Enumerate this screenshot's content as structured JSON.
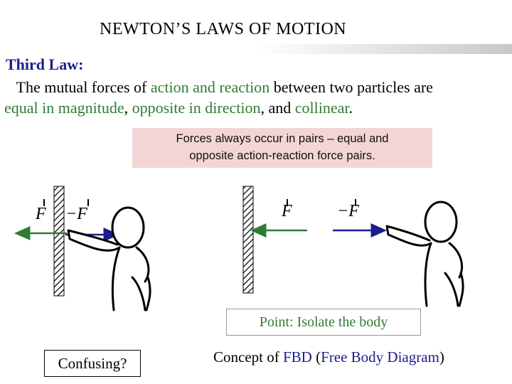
{
  "title": "NEWTON’S  LAWS  OF  MOTION",
  "heading": "Third Law:",
  "paragraph": {
    "p1": "The mutual forces of ",
    "p2": "action and reaction",
    "p3": " between two particles are ",
    "p4": "equal in magnitude",
    "p5": ", ",
    "p6": "opposite in direction",
    "p7": ", and ",
    "p8": "collinear",
    "p9": "."
  },
  "note": {
    "line1": "Forces always occur in pairs – equal and",
    "line2": "opposite action-reaction force pairs."
  },
  "diagram": {
    "left_label_f": "F",
    "left_label_neg_f": "−F",
    "right_label_f": "F",
    "right_label_neg_f": "−F"
  },
  "point_text": "Point: Isolate the body",
  "confusing_text": "Confusing?",
  "concept": {
    "prefix": "Concept of  ",
    "fbd": "FBD",
    "middle": "  (",
    "full": "Free Body Diagram",
    "suffix": ")"
  },
  "colors": {
    "heading": "#1c1c8c",
    "green": "#2e7d32",
    "arrow_green": "#2e7d32",
    "arrow_blue": "#1c1c8c",
    "note_bg": "#f4d5d5"
  }
}
